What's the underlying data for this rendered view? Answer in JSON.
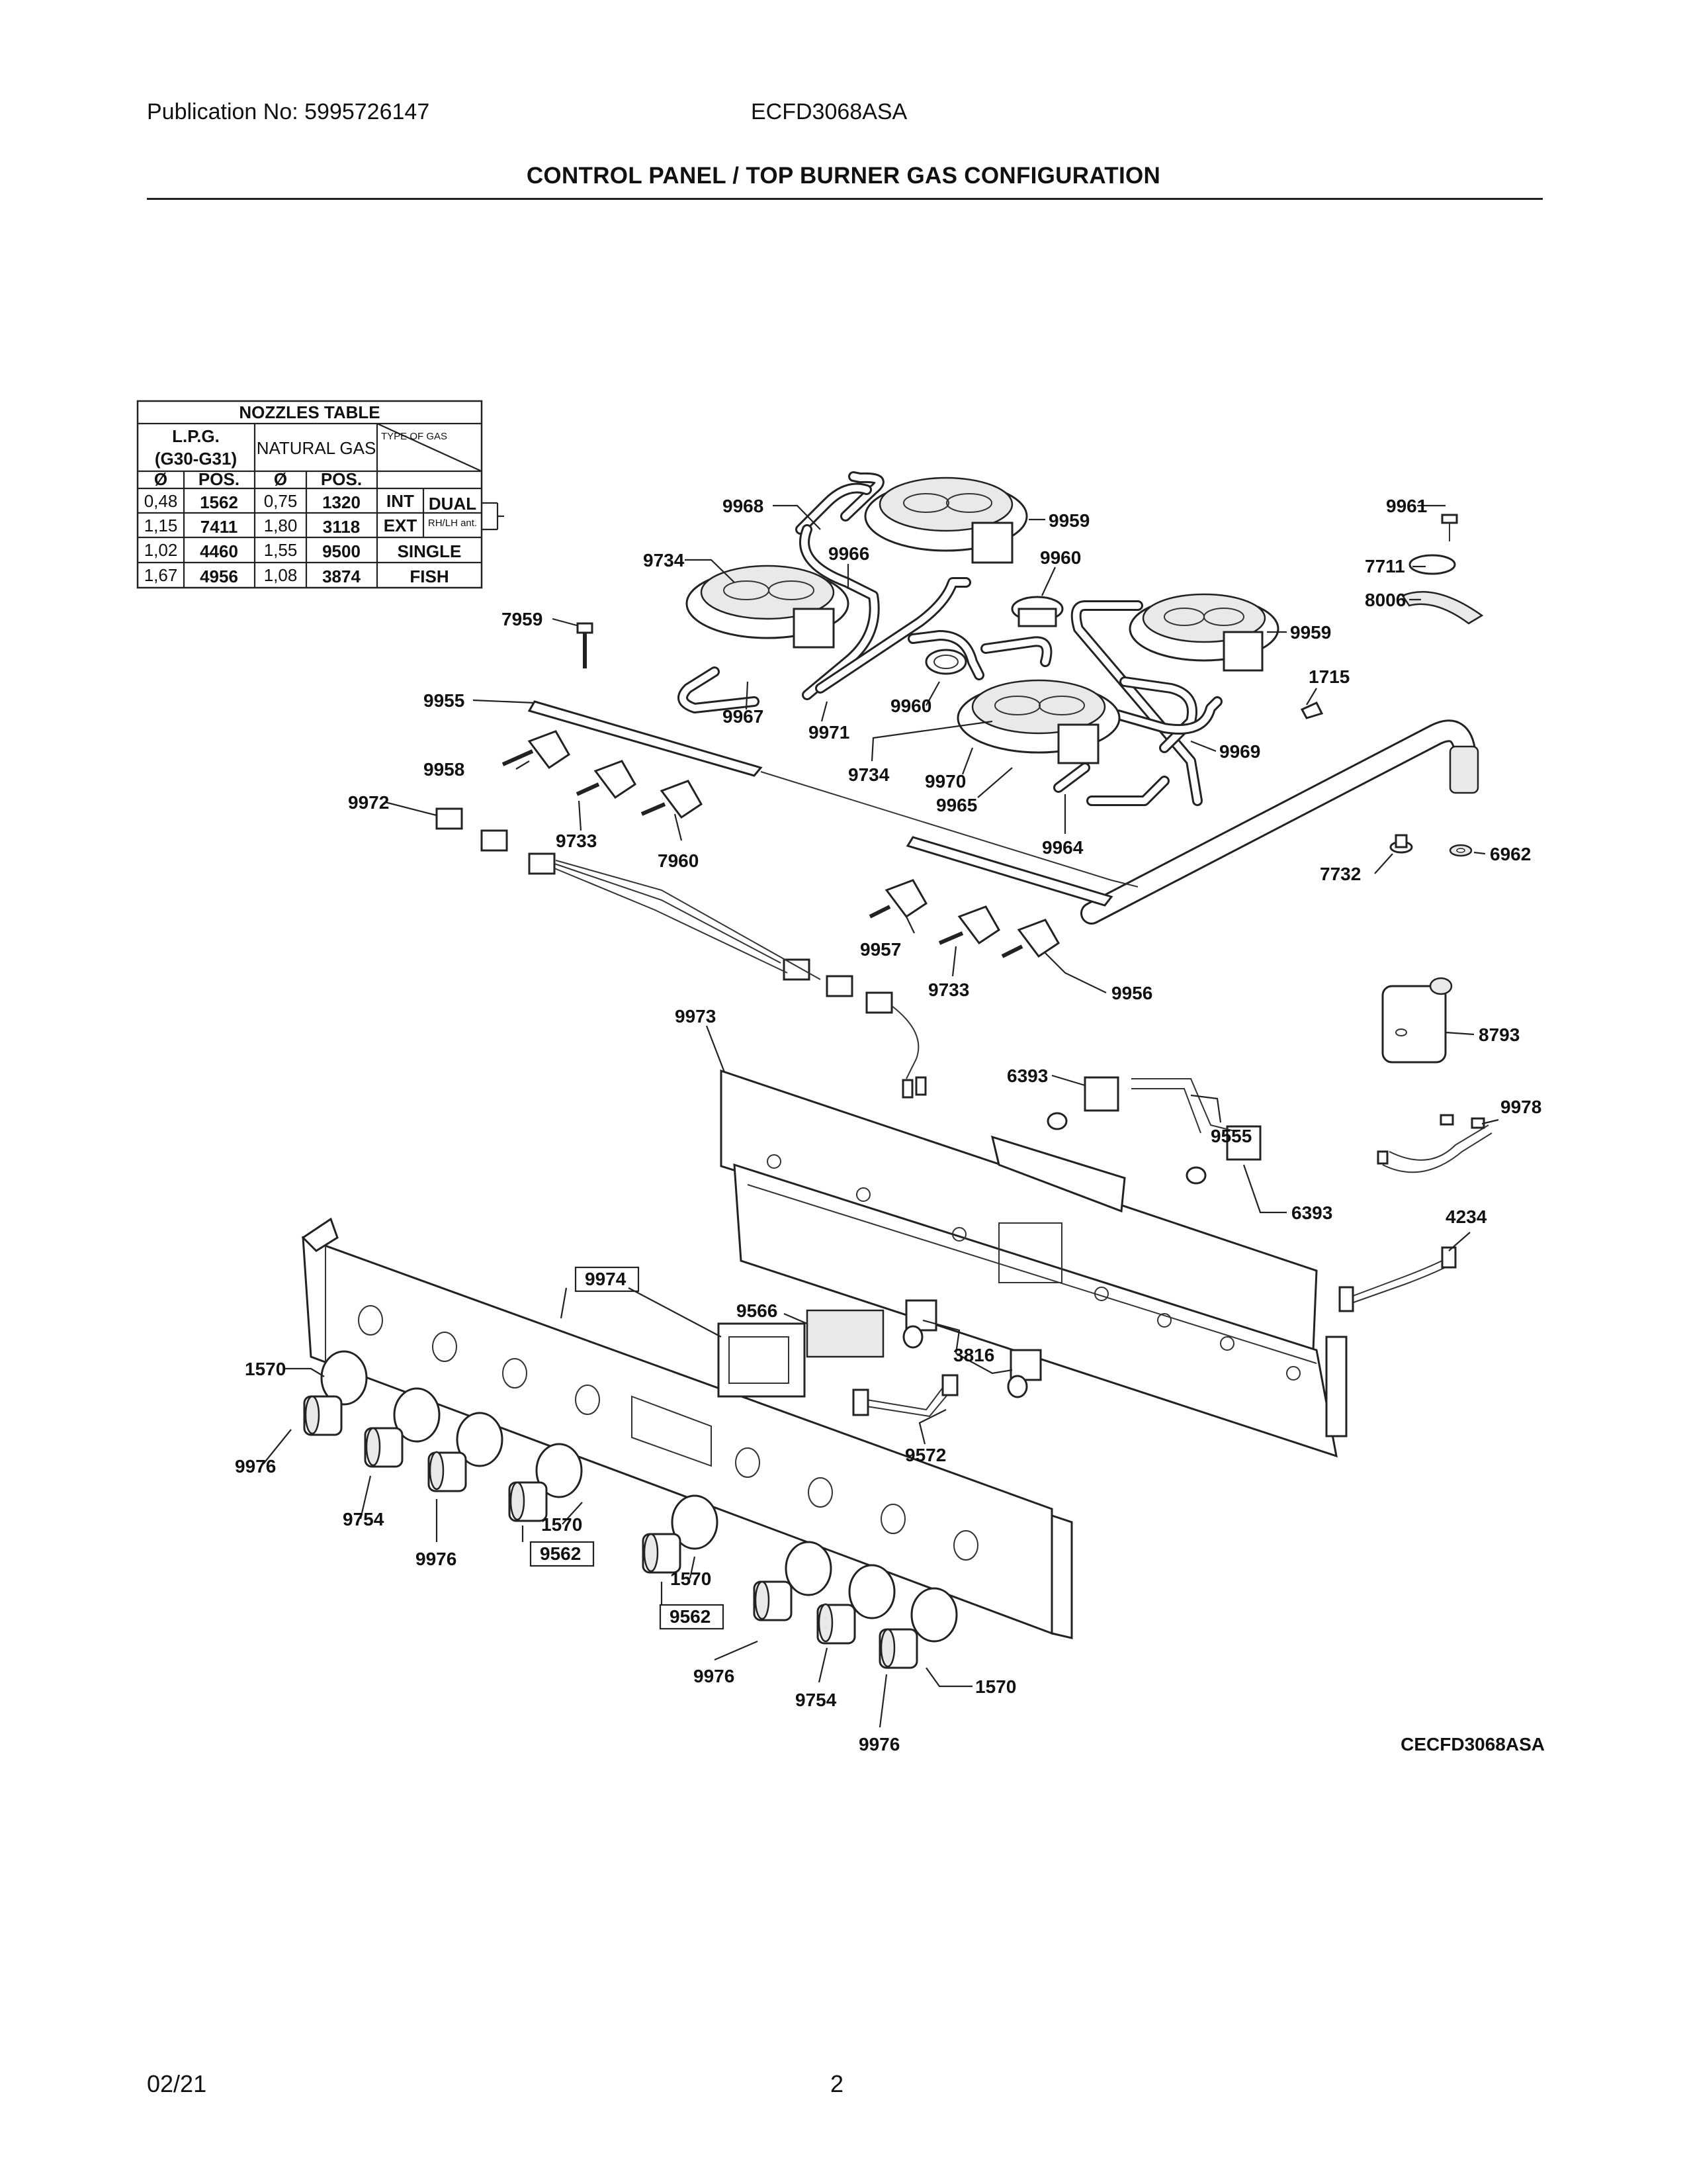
{
  "header": {
    "publication": "Publication No: 5995726147",
    "model": "ECFD3068ASA",
    "title": "CONTROL PANEL / TOP BURNER GAS CONFIGURATION"
  },
  "nozzles_table": {
    "title": "NOZZLES TABLE",
    "lpg_label": "L.P.G.",
    "lpg_sub": "(G30-G31)",
    "natural_label": "NATURAL GAS",
    "type_label": "TYPE OF GAS",
    "col_dia": "Ø",
    "col_pos": "POS.",
    "rows": [
      {
        "lpg_d": "0,48",
        "lpg_pos": "1562",
        "nat_d": "0,75",
        "nat_pos": "1320",
        "type": "INT"
      },
      {
        "lpg_d": "1,15",
        "lpg_pos": "7411",
        "nat_d": "1,80",
        "nat_pos": "3118",
        "type": "EXT"
      },
      {
        "lpg_d": "1,02",
        "lpg_pos": "4460",
        "nat_d": "1,55",
        "nat_pos": "9500",
        "type": "SINGLE"
      },
      {
        "lpg_d": "1,67",
        "lpg_pos": "4956",
        "nat_d": "1,08",
        "nat_pos": "3874",
        "type": "FISH"
      }
    ],
    "dual_label": "DUAL",
    "dual_sub": "RH/LH ant."
  },
  "callouts": {
    "c9968": "9968",
    "c9959a": "9959",
    "c9961": "9961",
    "c9734a": "9734",
    "c9966": "9966",
    "c9960a": "9960",
    "c7711": "7711",
    "c8006": "8006",
    "c9959b": "9959",
    "c7959": "7959",
    "c1715": "1715",
    "c9955": "9955",
    "c9967": "9967",
    "c9971": "9971",
    "c9960b": "9960",
    "c9969": "9969",
    "c9734b": "9734",
    "c9970": "9970",
    "c9965": "9965",
    "c9958": "9958",
    "c9972": "9972",
    "c9733a": "9733",
    "c7960": "7960",
    "c9964": "9964",
    "c7732": "7732",
    "c6962": "6962",
    "c9957": "9957",
    "c9733b": "9733",
    "c9956": "9956",
    "c9973": "9973",
    "c8793": "8793",
    "c6393a": "6393",
    "c9978": "9978",
    "c9555": "9555",
    "c6393b": "6393",
    "c4234": "4234",
    "c9974": "9974",
    "c9566": "9566",
    "c3816": "3816",
    "c1570a": "1570",
    "c9572": "9572",
    "c9976a": "9976",
    "c9754a": "9754",
    "c1570b": "1570",
    "c9562a": "9562",
    "c9976b": "9976",
    "c1570c": "1570",
    "c9562b": "9562",
    "c9976c": "9976",
    "c9754b": "9754",
    "c1570d": "1570",
    "c9976d": "9976"
  },
  "diagram_code": "CECFD3068ASA",
  "footer": {
    "date": "02/21",
    "page": "2"
  }
}
